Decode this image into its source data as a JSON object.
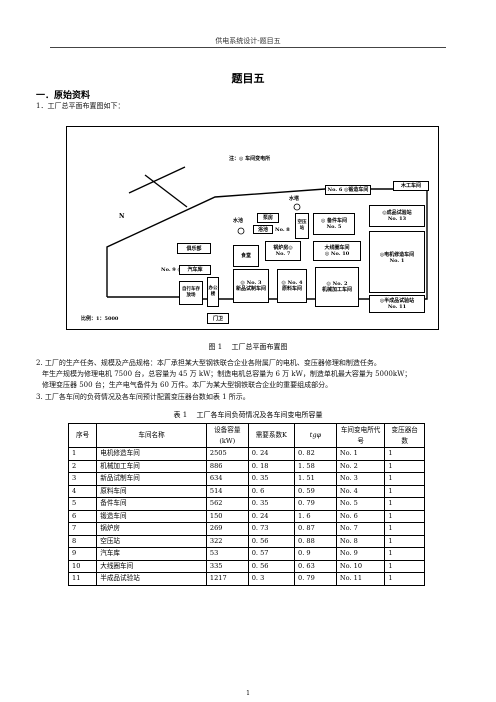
{
  "header": "供电系统设计-题目五",
  "title": "题目五",
  "section1": "一．原始资料",
  "item1": "1．工厂总平面布置图如下：",
  "map": {
    "legend": "注：◎ 车间变电所",
    "n": "N",
    "scale": "比例：1：5000",
    "boxes": {
      "forge": "No. 6 ◎锻造车间",
      "wood": "木工车间",
      "tower": "水塔",
      "pool": "水池",
      "pump": "泵房",
      "bath": "浴池",
      "air": "空压站",
      "no8": "No. 8",
      "parts": "◎ 备件车间",
      "no5": "No. 5",
      "product_test": "◎成品试验站",
      "no13": "No. 13",
      "club": "俱乐部",
      "boiler": "锅炉房◎",
      "no7": "No. 7",
      "canteen": "食堂",
      "coil": "大线圈车间",
      "no10": "◎ No. 10",
      "motor": "◎电机修造车间",
      "no1": "No. 1",
      "garage": "汽车库",
      "no9": "No. 9 ◎",
      "bike": "自行车存放场",
      "office": "办公楼",
      "no3": "◎ No. 3",
      "newp": "新品试制车间",
      "no4": "◎ No. 4",
      "raw": "原料车间",
      "no2": "◎ No. 2",
      "mach": "机械加工车间",
      "semi": "◎半成品试验站",
      "no11": "No. 11",
      "gate": "门卫"
    }
  },
  "fig1_caption": "图 1　 工厂总平面布置图",
  "item2": [
    "2. 工厂的生产任务、规模及产品规格：本厂承担某大型钢铁联合企业各附属厂的电机、变压器修理和制造任务。",
    "年生产规模为修理电机 7500 台，总容量为 45 万 kW；制造电机总容量为 6 万 kW，制造单机最大容量为 5000kW；",
    "修理变压器 500 台；生产电气备件为 60 万件。本厂为某大型钢铁联合企业的重要组成部分。"
  ],
  "item3": "3. 工厂各车间的负荷情况及各车间预计配置变压器台数如表 1 所示。",
  "table_caption": "表 1　 工厂各车间负荷情况及各车间变电所容量",
  "table": {
    "headers": [
      "序号",
      "车间名称",
      "设备容量(kW)",
      "需要系数K",
      "tgφ",
      "车间变电所代号",
      "变压器台数"
    ],
    "rows": [
      [
        "1",
        "电机修造车间",
        "2505",
        "0. 24",
        "0. 82",
        "No. 1",
        "1"
      ],
      [
        "2",
        "机械加工车间",
        "886",
        "0. 18",
        "1. 58",
        "No. 2",
        "1"
      ],
      [
        "3",
        "新品试制车间",
        "634",
        "0. 35",
        "1. 51",
        "No. 3",
        "1"
      ],
      [
        "4",
        "原料车间",
        "514",
        "0. 6",
        "0. 59",
        "No. 4",
        "1"
      ],
      [
        "5",
        "备件车间",
        "562",
        "0. 35",
        "0. 79",
        "No. 5",
        "1"
      ],
      [
        "6",
        "锻造车间",
        "150",
        "0. 24",
        "1. 6",
        "No. 6",
        "1"
      ],
      [
        "7",
        "锅炉房",
        "269",
        "0. 73",
        "0. 87",
        "No. 7",
        "1"
      ],
      [
        "8",
        "空压站",
        "322",
        "0. 56",
        "0. 88",
        "No. 8",
        "1"
      ],
      [
        "9",
        "汽车库",
        "53",
        "0. 57",
        "0. 9",
        "No. 9",
        "1"
      ],
      [
        "10",
        "大线圈车间",
        "335",
        "0. 56",
        "0. 63",
        "No. 10",
        "1"
      ],
      [
        "11",
        "半成品试验站",
        "1217",
        "0. 3",
        "0. 79",
        "No. 11",
        "1"
      ]
    ]
  },
  "page_number": "1"
}
